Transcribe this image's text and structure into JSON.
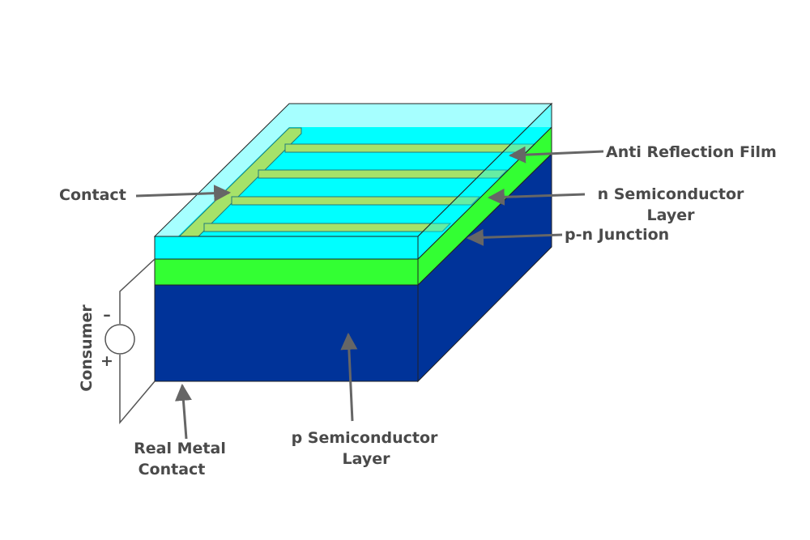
{
  "labels": {
    "contact": "Contact",
    "anti_reflection": "Anti Reflection Film",
    "n_layer_1": "n Semiconductor",
    "n_layer_2": "Layer",
    "pn_junction": "p-n Junction",
    "p_layer_1": "p Semiconductor",
    "p_layer_2": "Layer",
    "rear_contact_1": "Real Metal",
    "rear_contact_2": "Contact",
    "consumer": "Consumer",
    "minus": "–",
    "plus": "+"
  },
  "colors": {
    "anti_reflection": "#00ffff",
    "contact": "#ffd31a",
    "n_layer": "#33ff33",
    "p_layer": "#003399",
    "label_text": "#4a4a4a",
    "arrow": "#666666"
  }
}
